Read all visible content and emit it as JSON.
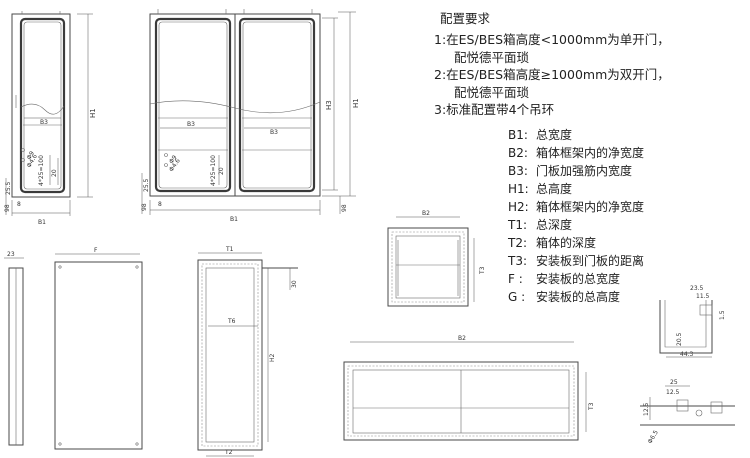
{
  "requirements": {
    "title": "配置要求",
    "items": [
      "1:在ES/BES箱高度<1000mm为单开门，",
      "配悦德平面琐",
      "2:在ES/BES箱高度≥1000mm为双开门，",
      "配悦德平面琐",
      "3:标准配置带4个吊环"
    ]
  },
  "legend": [
    {
      "code": "B1",
      "sep": ":",
      "text": "总宽度"
    },
    {
      "code": "B2",
      "sep": ":",
      "text": "箱体框架内的净宽度"
    },
    {
      "code": "B3",
      "sep": ":",
      "text": "门板加强筋内宽度"
    },
    {
      "code": "H1",
      "sep": ":",
      "text": "总高度"
    },
    {
      "code": "H2",
      "sep": ":",
      "text": "箱体框架内的净宽度"
    },
    {
      "code": "T1",
      "sep": ":",
      "text": "总深度"
    },
    {
      "code": "T2",
      "sep": ":",
      "text": "箱体的深度"
    },
    {
      "code": "T3",
      "sep": ":",
      "text": "安装板到门板的距离"
    },
    {
      "code": "F",
      "sep": " :",
      "text": "安装板的总宽度"
    },
    {
      "code": "G",
      "sep": " :",
      "text": "安装板的总高度"
    }
  ],
  "labels": {
    "b1_single": "B1",
    "b1_double": "B1",
    "b3_single": "B3",
    "b3_left": "B3",
    "b3_right": "B3",
    "h1_single": "H1",
    "h1_double": "H1",
    "h3": "H3",
    "d25_5_a": "25.5",
    "d25_5_b": "25.5",
    "d98_a": "98",
    "d98_b": "98",
    "d8_a": "8",
    "d8_b": "8",
    "phi46_a": "Φ4.6",
    "phi9_a": "Φ9",
    "phi46_b": "Φ4.6",
    "phi9_b": "Φ9",
    "slot_a": "4*25=100",
    "slot_b": "4*25=100",
    "d20_a": "20",
    "d20_b": "20",
    "mp_f": "F",
    "mp_23": "23",
    "side_t1": "T1",
    "side_t6": "T6",
    "side_t2": "T2",
    "side_h2": "H2",
    "side_30": "30",
    "top_b2_small": "B2",
    "top_t3_small": "T3",
    "top_b2_large": "B2",
    "top_t3_large": "T3",
    "det_23_5": "23.5",
    "det_11_5": "11.5",
    "det_1_5": "1.5",
    "det_20_5": "20.5",
    "det_44_3": "44.3",
    "det_25": "25",
    "det_12_5a": "12.5",
    "det_12_5b": "12.5",
    "det_phi": "Φ6.5"
  }
}
